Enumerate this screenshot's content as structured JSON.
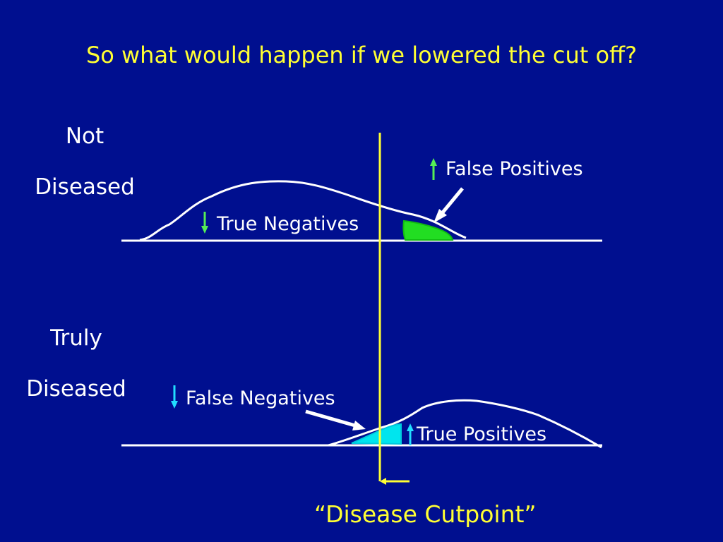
{
  "slide": {
    "title": "So what would happen if we lowered the cut off?",
    "groups": {
      "not_diseased": {
        "line1": "Not",
        "line2": "Diseased"
      },
      "truly_diseased": {
        "line1": "Truly",
        "line2": "Diseased"
      }
    },
    "callouts": {
      "true_negatives": {
        "label": "True Negatives",
        "trend": "down"
      },
      "false_positives": {
        "label": "False Positives",
        "trend": "up"
      },
      "false_negatives": {
        "label": "False Negatives",
        "trend": "down"
      },
      "true_positives": {
        "label": "True Positives",
        "trend": "up"
      }
    },
    "cutpoint_label": "“Disease Cutpoint”",
    "colors": {
      "background": "#000f8f",
      "title": "#ffff33",
      "text": "#ffffff",
      "cutpoint_line": "#ffff33",
      "false_positive_fill": "#22dd22",
      "false_negative_fill": "#00e5ee",
      "arrow_up_green": "#55ee55",
      "arrow_down_green": "#55ee55",
      "arrow_cyan": "#22ddff"
    }
  }
}
